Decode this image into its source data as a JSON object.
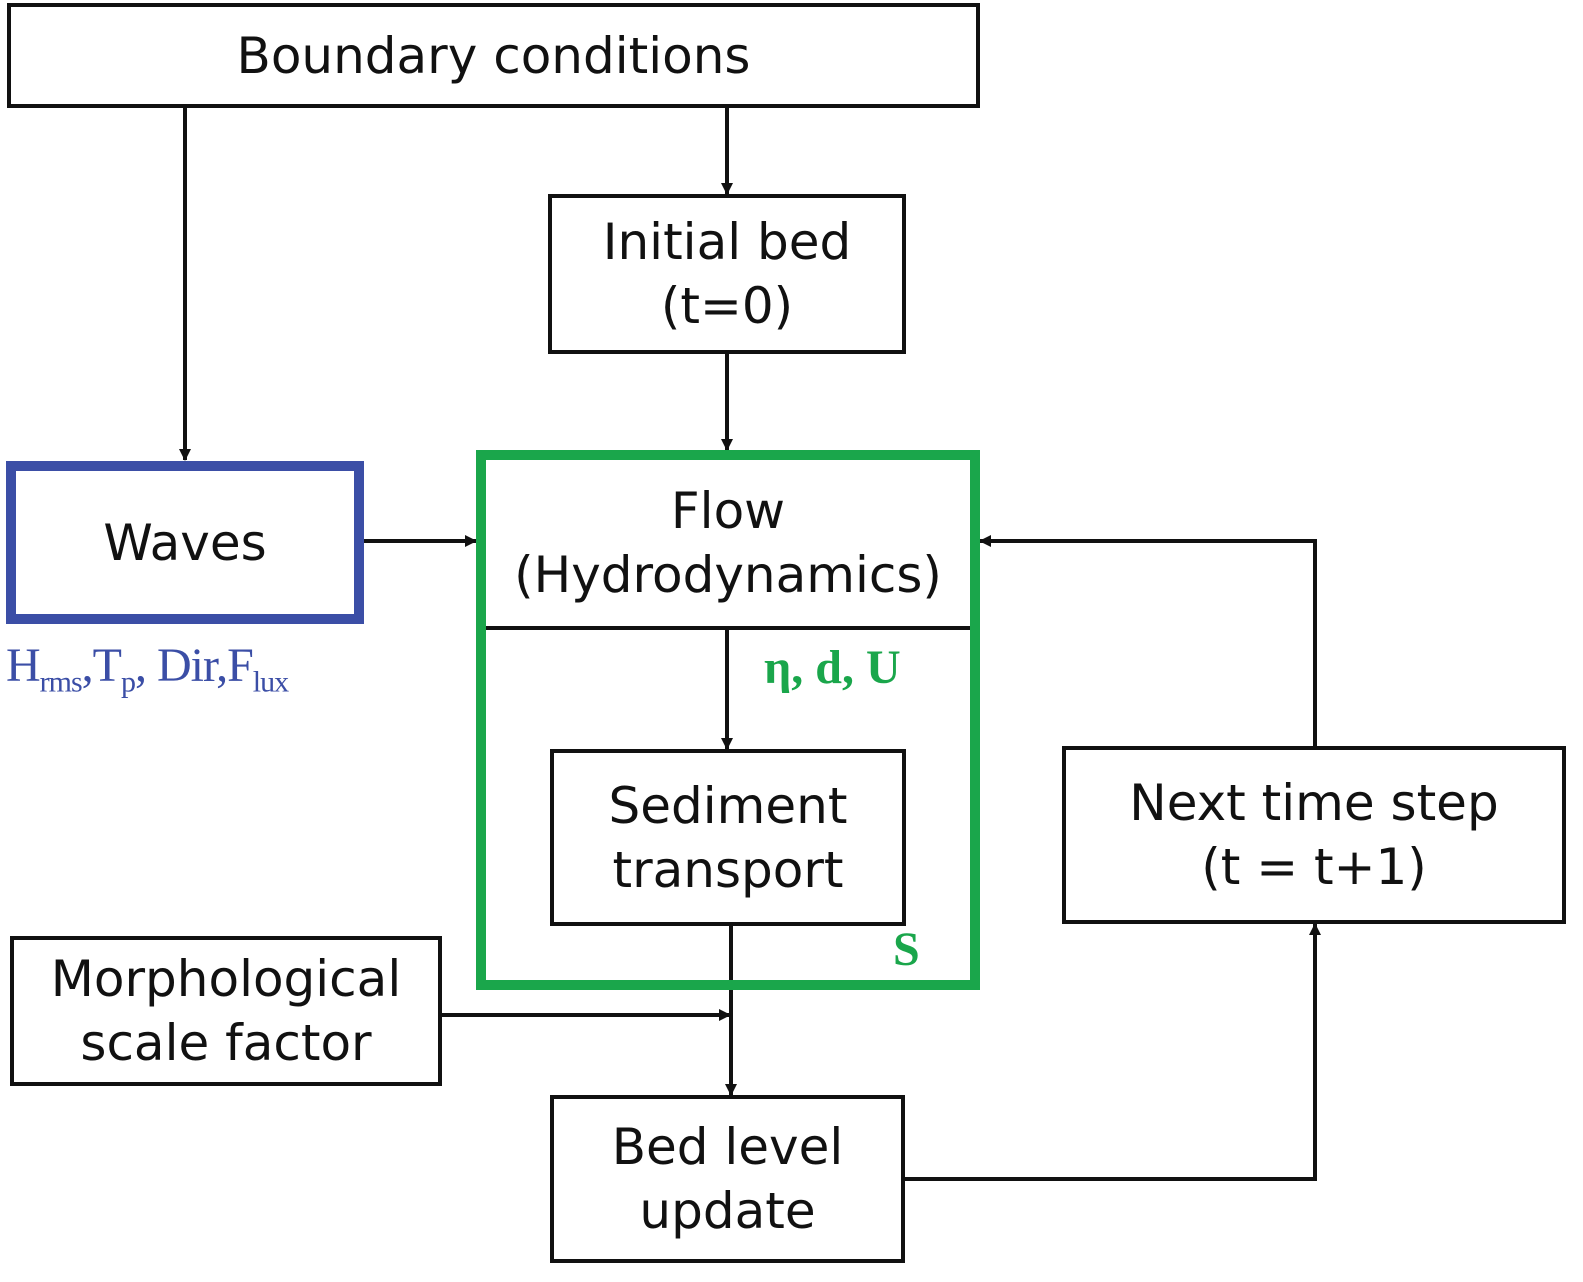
{
  "boundary": "Boundary conditions",
  "initial_bed": {
    "line1": "Initial bed",
    "line2": "(t=0)"
  },
  "waves": {
    "label": "Waves",
    "params": {
      "h": "H",
      "h_sub": "rms",
      "t": "T",
      "t_sub": "p",
      "sep": ",",
      "dir": "Dir",
      "f": "F",
      "f_sub": "lux"
    }
  },
  "flow": {
    "line1": "Flow",
    "line2": "(Hydrodynamics)"
  },
  "flow_outputs": "η, d, U",
  "sediment": {
    "line1": "Sediment",
    "line2": "transport"
  },
  "sediment_output": "S",
  "next_step": {
    "line1": "Next time step",
    "line2": "(t = t+1)"
  },
  "morph": {
    "line1": "Morphological",
    "line2": "scale factor"
  },
  "bed_update": {
    "line1": "Bed level",
    "line2": "update"
  },
  "colors": {
    "waves": "#3b4ea6",
    "model": "#1aa64b",
    "line": "#111111"
  }
}
